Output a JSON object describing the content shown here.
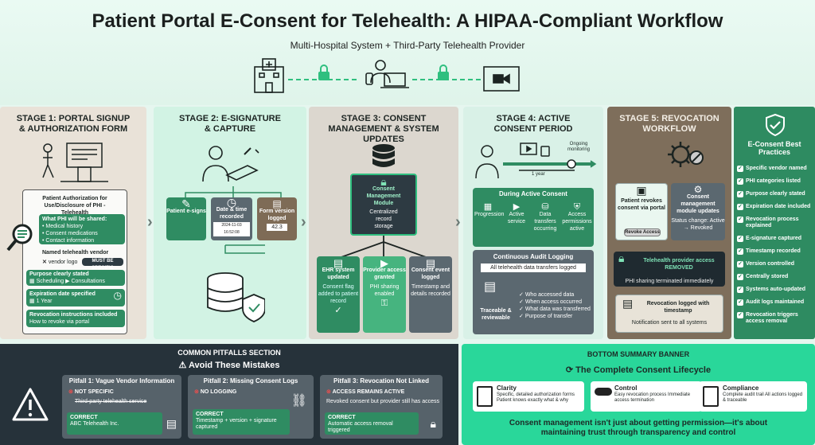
{
  "header": {
    "title": "Patient Portal E-Consent for Telehealth: A HIPAA-Compliant Workflow",
    "subtitle": "Multi-Hospital System + Third-Party Telehealth Provider",
    "icons": [
      "hospital-icon",
      "lock-icon",
      "person-laptop-icon",
      "lock-icon",
      "video-monitor-icon"
    ]
  },
  "stage1": {
    "title": "STAGE 1: PORTAL SIGNUP & AUTHORIZATION FORM",
    "form_title": "Patient Authorization for Use/Disclosure of PHI - Telehealth",
    "phi_header": "What PHI will be shared:",
    "phi_items": [
      "• Medical history",
      "• Consent medications",
      "• Contact information"
    ],
    "vendor_label": "Named telehealth vendor",
    "vendor_logo": "vendor logo",
    "vendor_badge": "MUST BE SPECIFIC",
    "purpose_label": "Purpose clearly stated",
    "purpose_items": [
      "Scheduling",
      "Consultations"
    ],
    "expiration_label": "Expiration date specified",
    "expiration_value": "1 Year",
    "revocation_label": "Revocation instructions included",
    "revocation_value": "How to revoke via portal"
  },
  "stage2": {
    "title": "STAGE 2: E-SIGNATURE & CAPTURE",
    "boxes": [
      {
        "label": "Patient e-signs"
      },
      {
        "label": "Date & time recorded",
        "value": "2024-11-03 16:52:08"
      },
      {
        "label": "Form version logged",
        "value": "42.3"
      }
    ]
  },
  "stage3": {
    "title": "STAGE 3: CONSENT MANAGEMENT & SYSTEM UPDATES",
    "module": "Consent Management Module",
    "module_sub": "Centralized record storage",
    "outputs": [
      {
        "title": "EHR system updated",
        "desc": "Consent flag added to patient record"
      },
      {
        "title": "Provider access granted",
        "desc": "PHI sharing enabled"
      },
      {
        "title": "Consent event logged",
        "desc": "Timestamp and details recorded"
      }
    ]
  },
  "stage4": {
    "title": "STAGE 4: ACTIVE CONSENT PERIOD",
    "ongoing": "Ongoing monitoring",
    "duration": "1 year",
    "during_title": "During Active Consent",
    "steps": [
      "Progression",
      "Active service",
      "Data transfers occurring",
      "Access permissions active"
    ],
    "audit_title": "Continuous Audit Logging",
    "audit_sub": "All telehealth data transfers logged",
    "traceable": "Traceable & reviewable",
    "audit_items": [
      "Who accessed data",
      "When access occurred",
      "What data was transferred",
      "Purpose of transfer"
    ]
  },
  "stage5": {
    "title": "STAGE 5: REVOCATION WORKFLOW",
    "revoke_label": "Patient revokes consent via portal",
    "revoke_button": "Revoke Access",
    "module_update": "Consent management module updates",
    "module_status": "Status change: Active → Revoked",
    "removed": "Telehealth provider access REMOVED",
    "removed_sub": "PHI sharing terminated immediately",
    "logged": "Revocation logged with timestamp",
    "notification": "Notification sent to all systems"
  },
  "best_practices": {
    "title": "E-Consent Best Practices",
    "items": [
      "Specific vendor named",
      "PHI categories listed",
      "Purpose clearly stated",
      "Expiration date included",
      "Revocation process explained",
      "E-signature captured",
      "Timestamp recorded",
      "Version controlled",
      "Centrally stored",
      "Systems auto-updated",
      "Audit logs maintained",
      "Revocation triggers access removal"
    ]
  },
  "pitfalls": {
    "section_title": "COMMON PITFALLS SECTION",
    "avoid": "Avoid These Mistakes",
    "cards": [
      {
        "title": "Pitfall 1: Vague Vendor Information",
        "bad": "NOT SPECIFIC",
        "bad_detail": "Third-party telehealth service",
        "correct": "CORRECT",
        "correct_detail": "ABC Telehealth Inc."
      },
      {
        "title": "Pitfall 2: Missing Consent Logs",
        "bad": "NO LOGGING",
        "bad_detail": "",
        "correct": "CORRECT",
        "correct_detail": "Timestamp + version + signature captured"
      },
      {
        "title": "Pitfall 3: Revocation Not Linked",
        "bad": "ACCESS REMAINS ACTIVE",
        "bad_detail": "Revoked consent but provider still has access",
        "correct": "CORRECT",
        "correct_detail": "Automatic access removal triggered"
      }
    ]
  },
  "summary": {
    "banner": "BOTTOM SUMMARY BANNER",
    "lifecycle": "The Complete Consent Lifecycle",
    "cards": [
      {
        "title": "Clarity",
        "desc": "Specific, detailed authorization forms Patient knows exactly what & why"
      },
      {
        "title": "Control",
        "desc": "Easy revocation process Immediate access termination"
      },
      {
        "title": "Compliance",
        "desc": "Complete audit trail All actions logged & traceable"
      }
    ],
    "quote": "Consent management isn't just about getting permission—it's about maintaining trust through transparency and control"
  },
  "colors": {
    "green": "#2f8c62",
    "dark": "#26323a",
    "mint": "#29d79a",
    "brown": "#7e6e5b"
  }
}
